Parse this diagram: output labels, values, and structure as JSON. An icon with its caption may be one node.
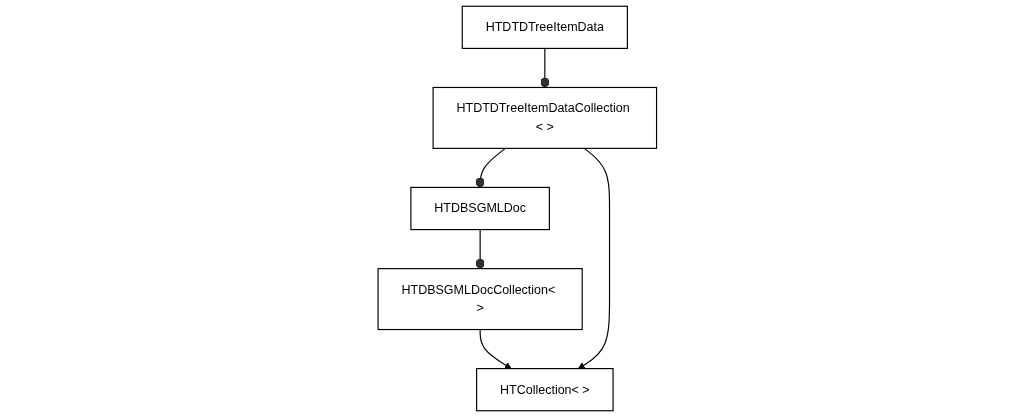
{
  "diagram": {
    "nodes": [
      {
        "text": [
          "HTCollection< >"
        ]
      },
      {
        "text": [
          "HTDBSGMLDocCollection< >"
        ]
      },
      {
        "text": [
          "HTDTDTreeItemDataCollection < >"
        ]
      },
      {
        "text": [
          "HTDBSGMLDoc"
        ]
      },
      {
        "text": [
          "HTDTDTreeItemData"
        ]
      }
    ],
    "edges": [
      {
        "from": 1,
        "to": 0,
        "arrow": "to"
      },
      {
        "from": 2,
        "to": 0,
        "arrow": "to"
      },
      {
        "from": 3,
        "to": 1,
        "arrow": "other"
      },
      {
        "from": 2,
        "to": 3,
        "arrow": "other"
      },
      {
        "from": 4,
        "to": 2,
        "arrow": "other"
      }
    ]
  }
}
